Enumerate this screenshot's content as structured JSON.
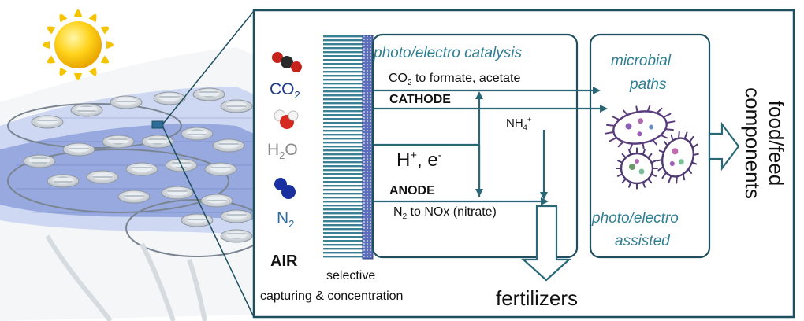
{
  "inputs": [
    {
      "id": "co2",
      "formula": "CO",
      "sub": "2",
      "color": "#1f3d8a"
    },
    {
      "id": "h2o_a",
      "formula": "H",
      "sub": "2",
      "tail": "O",
      "color": "#8a8a8a"
    },
    {
      "id": "n2",
      "formula": "N",
      "sub": "2",
      "color": "#2f6d9a"
    }
  ],
  "air_label": "AIR",
  "membrane_caption": {
    "line1": "selective",
    "line2": "capturing & concentration"
  },
  "catalysis_title": "photo/electro catalysis",
  "co2_product": {
    "prefix": "CO",
    "sub": "2",
    "suffix": " to formate, acetate"
  },
  "cathode_label": "CATHODE",
  "ammonium": {
    "base": "NH",
    "sub": "4",
    "sup": "+"
  },
  "protons": {
    "text1": "H",
    "sup1": "+",
    "text2": ", e",
    "sup2": "-"
  },
  "anode_label": "ANODE",
  "n2_product": {
    "prefix": "N",
    "sub": "2",
    "suffix": " to NOx (nitrate)"
  },
  "fertilizers_label": "fertilizers",
  "microbial": {
    "line1": "microbial",
    "line2": "paths",
    "line3": "photo/electro",
    "line4": "assisted"
  },
  "output": {
    "line1": "food/feed",
    "line2": "components"
  },
  "colors": {
    "frame": "#1e4f5f",
    "arrow": "#2a6878",
    "membrane": "#3b7f95",
    "teal_text": "#2f7f93"
  }
}
